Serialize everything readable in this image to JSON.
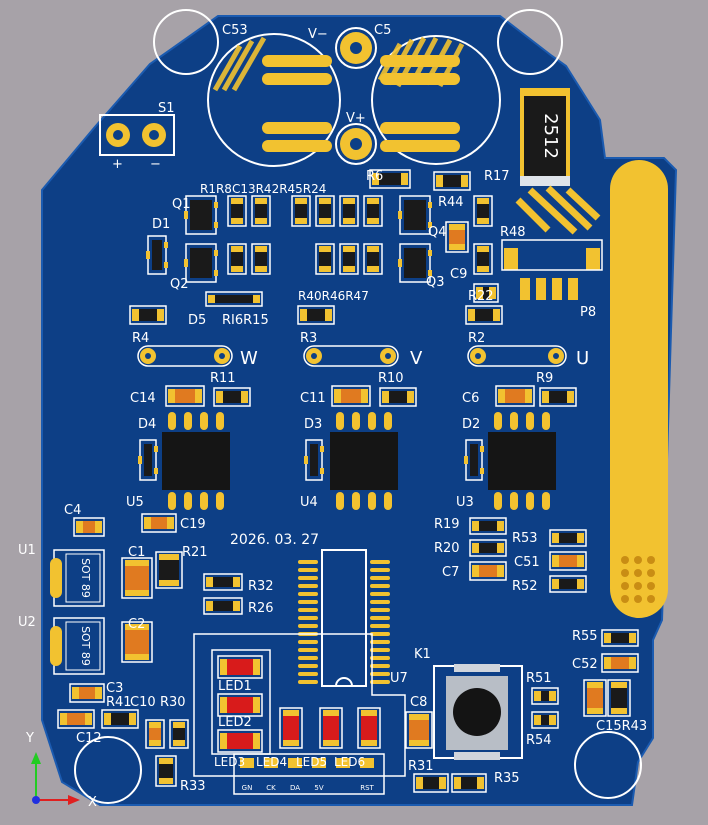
{
  "board": {
    "silk_color": "#ffffff",
    "board_color": "#0d3f86",
    "pad_color": "#f2c230",
    "date_text": "2026. 03. 27",
    "chip_2512": "2512"
  },
  "labels": {
    "C53": "C53",
    "C5": "C5",
    "Vminus": "V−",
    "Vplus": "V+",
    "S1": "S1",
    "plus": "+",
    "minus": "−",
    "R1R8C13R42R45R24": "R1R8C13R42R45R24",
    "Q1": "Q1",
    "Q2": "Q2",
    "Q3": "Q3",
    "Q4": "Q4",
    "D1": "D1",
    "D5": "D5",
    "R16R15": "RI6R15",
    "R40R46R47": "R40R46R47",
    "R6": "R6",
    "R44": "R44",
    "R17": "R17",
    "R48": "R48",
    "C9": "C9",
    "R22": "R22",
    "P8": "P8",
    "R4": "R4",
    "R3": "R3",
    "R2": "R2",
    "W": "W",
    "V": "V",
    "U": "U",
    "R11": "R11",
    "R10": "R10",
    "R9": "R9",
    "C14": "C14",
    "C11": "C11",
    "C6": "C6",
    "D4": "D4",
    "D3": "D3",
    "D2": "D2",
    "U5": "U5",
    "U4": "U4",
    "U3": "U3",
    "C4": "C4",
    "C19": "C19",
    "U1": "U1",
    "U2": "U2",
    "C1": "C1",
    "C2": "C2",
    "R21": "R21",
    "C3": "C3",
    "R32": "R32",
    "R26": "R26",
    "R19": "R19",
    "R20": "R20",
    "C7": "C7",
    "R53": "R53",
    "C51": "C51",
    "R52": "R52",
    "R55": "R55",
    "C52": "C52",
    "C15R43": "C15R43",
    "K1": "K1",
    "U7": "U7",
    "R51": "R51",
    "R54": "R54",
    "C8": "C8",
    "R31": "R31",
    "R35": "R35",
    "R41": "R41",
    "C10": "C10",
    "R30": "R30",
    "C12": "C12",
    "R33": "R33",
    "LED1": "LED1",
    "LED2": "LED2",
    "LED3": "LED3",
    "LED4": "LED4",
    "LED5": "LED5",
    "LED6": "LED6",
    "sot89a": "SOT 89",
    "sot89b": "SOT 89",
    "conn": [
      "GN",
      "CK",
      "DA",
      "5V",
      "",
      "RST"
    ],
    "axis_y": "Y",
    "axis_x": "X"
  }
}
